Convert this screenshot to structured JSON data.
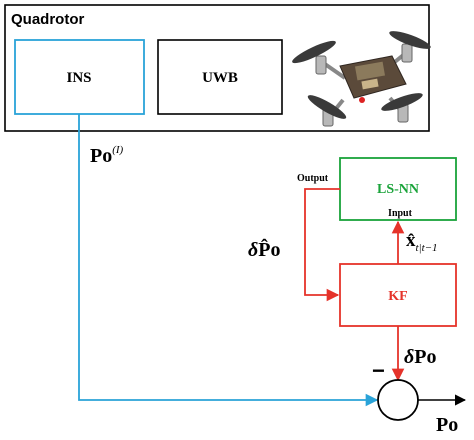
{
  "quadrotor": {
    "label": "Quadrotor"
  },
  "blocks": {
    "ins": {
      "label": "INS"
    },
    "uwb": {
      "label": "UWB"
    },
    "lsnn": {
      "label": "LS-NN",
      "output_port": "Output",
      "input_port": "Input"
    },
    "kf": {
      "label": "KF"
    }
  },
  "signals": {
    "po_ins": {
      "base": "Po",
      "superscript": "(I)"
    },
    "delta_po_hat": {
      "delta": "δ",
      "base": "P̂o"
    },
    "x_hat": {
      "base": "x̂",
      "subscript": "t|t−1"
    },
    "delta_po": {
      "delta": "δ",
      "base": "Po"
    },
    "minus_sign": "−",
    "po_output": {
      "base": "Po"
    }
  },
  "colors": {
    "ins_line": "#2aa3d8",
    "red_line": "#e5332a",
    "green_box": "#1aa33a",
    "black": "#000000"
  }
}
